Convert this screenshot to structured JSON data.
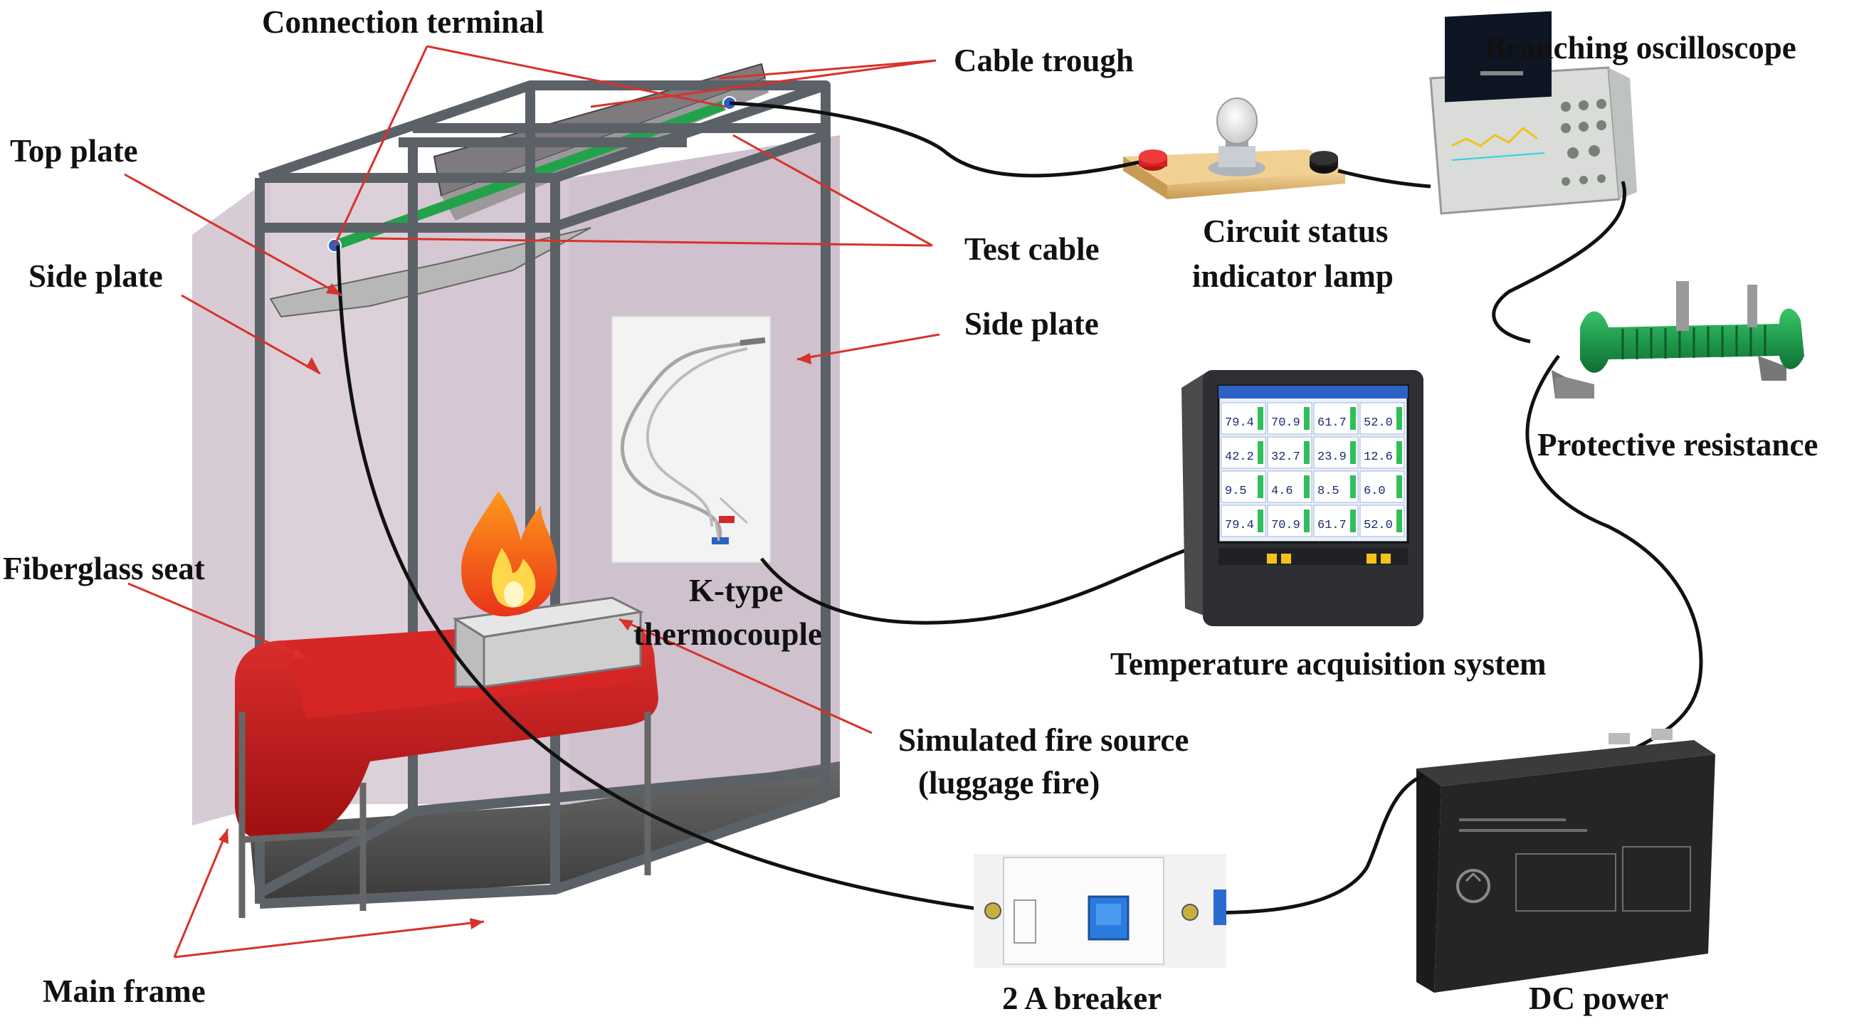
{
  "labels": {
    "connection_terminal": "Connection terminal",
    "cable_trough": "Cable trough",
    "top_plate": "Top plate",
    "side_plate_left": "Side plate",
    "side_plate_right": "Side plate",
    "test_cable": "Test cable",
    "k_type_line1": "K-type",
    "k_type_line2": "thermocouple",
    "fiberglass_seat": "Fiberglass seat",
    "simulated_fire_line1": "Simulated fire source",
    "simulated_fire_line2": "(luggage fire)",
    "main_frame": "Main frame",
    "circuit_lamp_line1": "Circuit status",
    "circuit_lamp_line2": "indicator lamp",
    "oscilloscope": "Branching oscilloscope",
    "protective_resistance": "Protective resistance",
    "temperature_system": "Temperature acquisition system",
    "breaker": "2 A breaker",
    "dc_power": "DC power"
  },
  "recorder_readings": [
    "79.4",
    "70.9",
    "61.7",
    "52.0",
    "42.2",
    "32.7",
    "23.9",
    "12.6",
    "9.5",
    "4.6",
    "8.5",
    "6.0",
    "79.4",
    "70.9",
    "61.7",
    "52.0"
  ],
  "colors": {
    "accent_line": "#d8322a",
    "cable": "#111111",
    "frame": "#5c6168",
    "side_plate": "#cdbfcb",
    "seat": "#c81c1c",
    "test_cable": "#22a34a",
    "resistor": "#1f9a4c"
  },
  "icons": [
    "flame-icon",
    "light-bulb-icon",
    "recycle-icon"
  ]
}
